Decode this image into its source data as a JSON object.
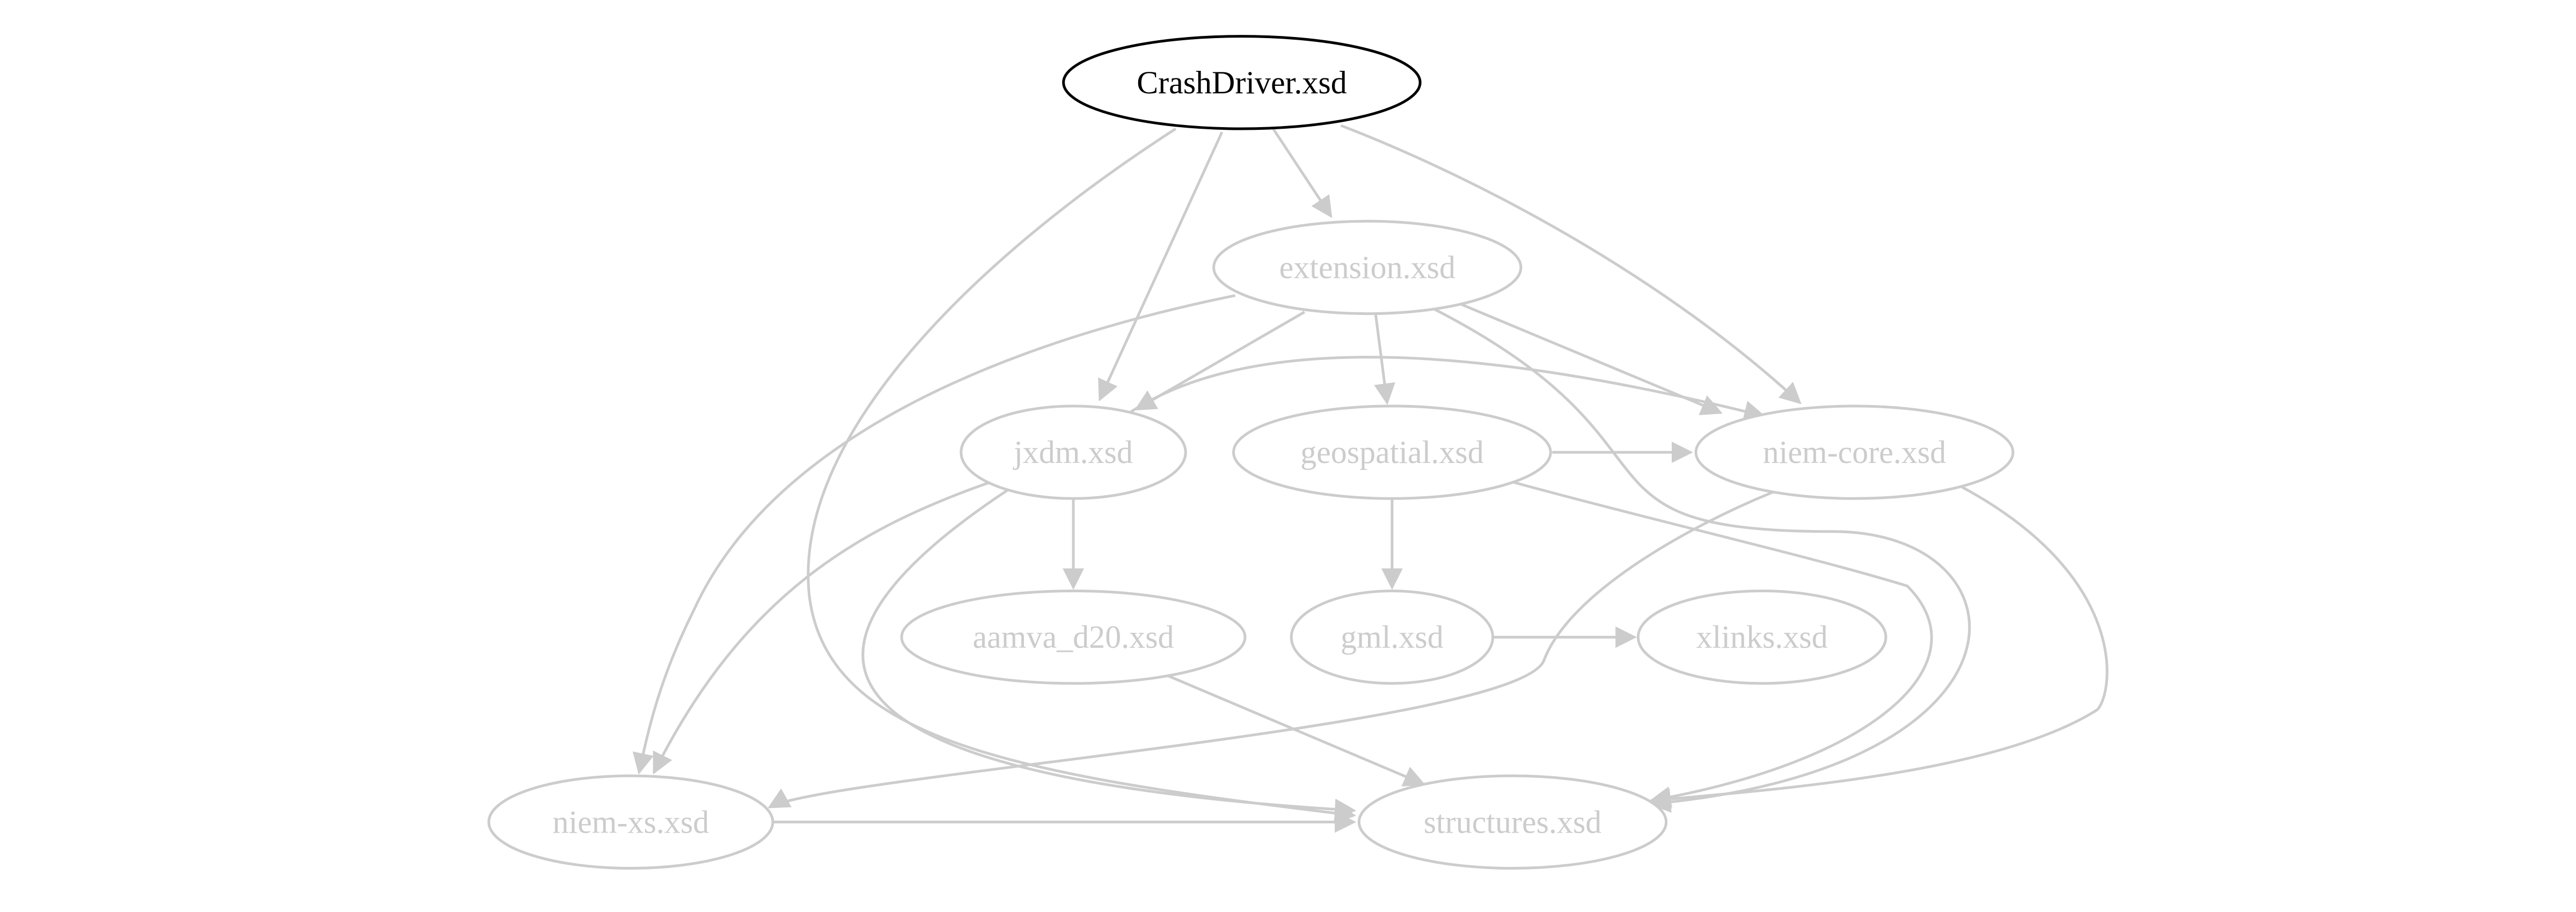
{
  "colors": {
    "focus": "#000000",
    "muted": "#cccccc",
    "background": "#ffffff"
  },
  "nodes": {
    "crashdriver": {
      "label": "CrashDriver.xsd",
      "focus": true
    },
    "extension": {
      "label": "extension.xsd",
      "focus": false
    },
    "jxdm": {
      "label": "jxdm.xsd",
      "focus": false
    },
    "geospatial": {
      "label": "geospatial.xsd",
      "focus": false
    },
    "niem_core": {
      "label": "niem-core.xsd",
      "focus": false
    },
    "aamva_d20": {
      "label": "aamva_d20.xsd",
      "focus": false
    },
    "gml": {
      "label": "gml.xsd",
      "focus": false
    },
    "xlinks": {
      "label": "xlinks.xsd",
      "focus": false
    },
    "niem_xs": {
      "label": "niem-xs.xsd",
      "focus": false
    },
    "structures": {
      "label": "structures.xsd",
      "focus": false
    }
  },
  "edges": [
    {
      "from": "crashdriver",
      "to": "extension"
    },
    {
      "from": "crashdriver",
      "to": "jxdm"
    },
    {
      "from": "crashdriver",
      "to": "niem_core"
    },
    {
      "from": "crashdriver",
      "to": "structures"
    },
    {
      "from": "extension",
      "to": "jxdm"
    },
    {
      "from": "extension",
      "to": "geospatial"
    },
    {
      "from": "extension",
      "to": "niem_core"
    },
    {
      "from": "extension",
      "to": "niem_xs"
    },
    {
      "from": "extension",
      "to": "structures"
    },
    {
      "from": "jxdm",
      "to": "niem_core"
    },
    {
      "from": "jxdm",
      "to": "aamva_d20"
    },
    {
      "from": "jxdm",
      "to": "niem_xs"
    },
    {
      "from": "jxdm",
      "to": "structures"
    },
    {
      "from": "geospatial",
      "to": "niem_core"
    },
    {
      "from": "geospatial",
      "to": "gml"
    },
    {
      "from": "geospatial",
      "to": "structures"
    },
    {
      "from": "niem_core",
      "to": "niem_xs"
    },
    {
      "from": "niem_core",
      "to": "structures"
    },
    {
      "from": "gml",
      "to": "xlinks"
    },
    {
      "from": "aamva_d20",
      "to": "structures"
    },
    {
      "from": "niem_xs",
      "to": "structures"
    }
  ]
}
